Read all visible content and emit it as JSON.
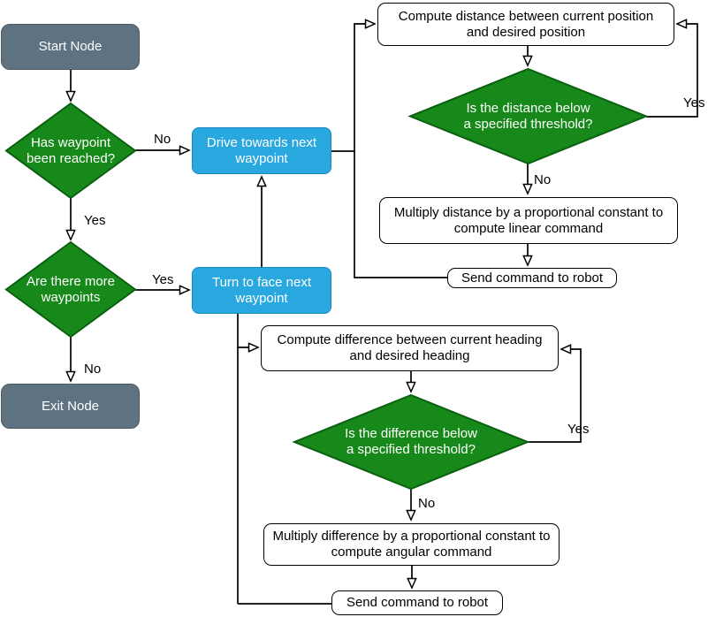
{
  "diagram": {
    "type": "flowchart",
    "background": "#ffffff",
    "colors": {
      "terminal_fill": "#5e7282",
      "terminal_stroke": "#4c5a64",
      "process_fill": "#29a8e0",
      "process_stroke": "#1d87bb",
      "decision_fill": "#17891a",
      "decision_stroke": "#0a600e",
      "step_fill": "#ffffff",
      "step_stroke": "#000000",
      "edge_stroke": "#000000",
      "light_text": "#ffffff",
      "dark_text": "#000000"
    },
    "nodes": {
      "start": {
        "type": "terminal",
        "label": "Start Node"
      },
      "has_waypoint": {
        "type": "decision",
        "label": "Has waypoint\nbeen reached?"
      },
      "drive": {
        "type": "process",
        "label": "Drive towards next\nwaypoint"
      },
      "more_waypoints": {
        "type": "decision",
        "label": "Are there more\nwaypoints"
      },
      "turn": {
        "type": "process",
        "label": "Turn to face next\nwaypoint"
      },
      "exit": {
        "type": "terminal",
        "label": "Exit Node"
      },
      "compute_distance": {
        "type": "step",
        "label": "Compute distance between current position\nand desired position"
      },
      "distance_below": {
        "type": "decision",
        "label": "Is the distance below\na specified threshold?"
      },
      "multiply_distance": {
        "type": "step",
        "label": "Multiply distance by a proportional constant to\ncompute linear command"
      },
      "send_command_linear": {
        "type": "step",
        "label": "Send command to robot"
      },
      "compute_difference": {
        "type": "step",
        "label": "Compute difference between current heading\nand desired heading"
      },
      "difference_below": {
        "type": "decision",
        "label": "Is the difference below\na specified threshold?"
      },
      "multiply_difference": {
        "type": "step",
        "label": "Multiply difference by a proportional constant to\ncompute angular command"
      },
      "send_command_angular": {
        "type": "step",
        "label": "Send command to robot"
      }
    },
    "edge_labels": {
      "no_reached": "No",
      "yes_reached": "Yes",
      "yes_more": "Yes",
      "no_more": "No",
      "yes_distance": "Yes",
      "no_distance": "No",
      "yes_difference": "Yes",
      "no_difference": "No"
    }
  }
}
